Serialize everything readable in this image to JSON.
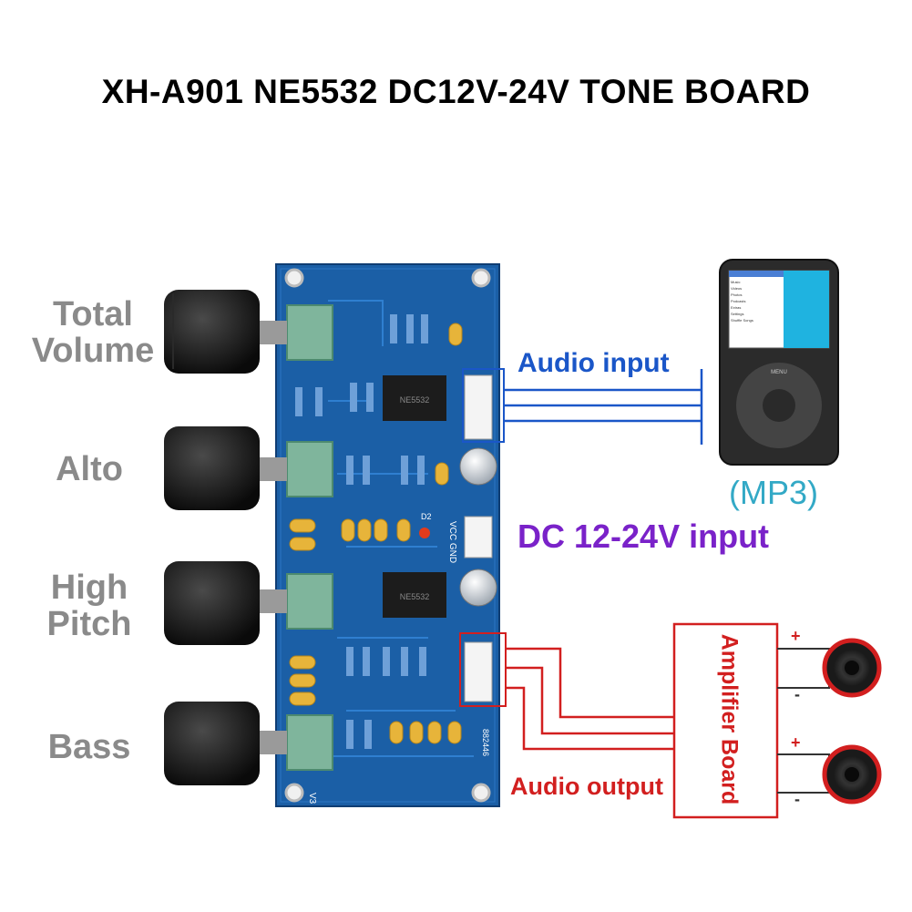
{
  "title": "XH-A901 NE5532 DC12V-24V TONE BOARD",
  "knobs": [
    {
      "label_line1": "Total",
      "label_line2": "Volume"
    },
    {
      "label_line1": "Alto",
      "label_line2": ""
    },
    {
      "label_line1": "High",
      "label_line2": "Pitch"
    },
    {
      "label_line1": "Bass",
      "label_line2": ""
    }
  ],
  "labels": {
    "audio_input": "Audio input",
    "dc_input": "DC 12-24V input",
    "audio_output": "Audio output",
    "mp3": "(MP3)",
    "amplifier_board": "Amplifier Board",
    "plus": "+",
    "minus": "-"
  },
  "board_text": {
    "chip": "NE5532",
    "vcc": "VCC GND",
    "led": "D2",
    "bottom": "V3",
    "code": "882446"
  },
  "mp3_screen": {
    "menu_items": [
      "Music",
      "Videos",
      "Photos",
      "Podcasts",
      "Extras",
      "Settings",
      "Shuffle Songs"
    ],
    "wheel_top": "MENU"
  },
  "colors": {
    "input_wire": "#1a56c8",
    "output_wire": "#d21f1f",
    "dc_text": "#7a22c9",
    "knob_label": "#8a8a8a",
    "pcb": "#1b5fa6",
    "mp3_screen_accent": "#1fb3e0"
  }
}
